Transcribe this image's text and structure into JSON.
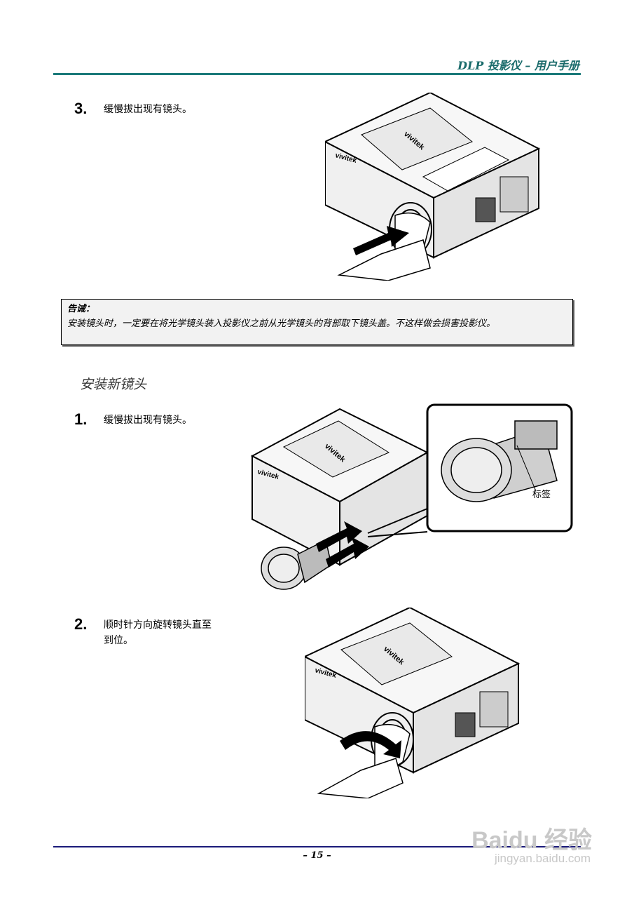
{
  "header": {
    "title": "DLP 投影仪 – 用户手册"
  },
  "step3": {
    "num": "3.",
    "text": "缓慢拔出现有镜头。"
  },
  "warning": {
    "title": "告诫：",
    "body": "安装镜头时，一定要在将光学镜头装入投影仪之前从光学镜头的背部取下镜头盖。不这样做会损害投影仪。"
  },
  "section": {
    "heading": "安装新镜头"
  },
  "step1": {
    "num": "1.",
    "text": "缓慢拔出现有镜头。",
    "callout_label": "标签"
  },
  "step2": {
    "num": "2.",
    "text_line1": "顺时针方向旋转镜头直至",
    "text_line2": "到位。"
  },
  "brand": {
    "logo": "vivitek"
  },
  "footer": {
    "page": "– 15 –"
  },
  "watermark": {
    "text": "Baidu 经验",
    "url": "jingyan.baidu.com"
  }
}
